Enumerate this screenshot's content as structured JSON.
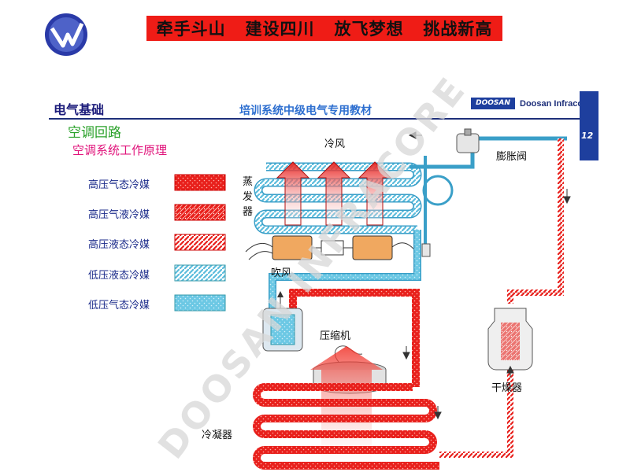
{
  "header": {
    "slogan": "牵手斗山   建设四川   放飞梦想   挑战新高",
    "section": "电气基础",
    "course": "培训系统中级电气专用教材",
    "brand_tag": "DOOSAN",
    "brand_name": "Doosan Infracore",
    "page_number": "12"
  },
  "titles": {
    "circuit": "空调回路",
    "principle": "空调系统工作原理"
  },
  "legend": [
    {
      "label": "高压气态冷媒",
      "pattern": "hp-gas"
    },
    {
      "label": "高压气液冷媒",
      "pattern": "hp-mix"
    },
    {
      "label": "高压液态冷媒",
      "pattern": "hp-liquid"
    },
    {
      "label": "低压液态冷媒",
      "pattern": "lp-liquid"
    },
    {
      "label": "低压气态冷媒",
      "pattern": "lp-gas"
    }
  ],
  "components": {
    "cold_air": "冷风",
    "evaporator": "蒸发器",
    "blower": "吹风",
    "expansion_valve": "膨胀阀",
    "compressor": "压缩机",
    "dryer": "干燥器",
    "condenser": "冷凝器"
  },
  "watermark": "DOOSAN INFRACORE",
  "colors": {
    "banner": "#ef1c16",
    "high_pressure": "#e8201c",
    "low_pressure": "#6cc8e4",
    "brand_blue": "#1e3f9e"
  }
}
